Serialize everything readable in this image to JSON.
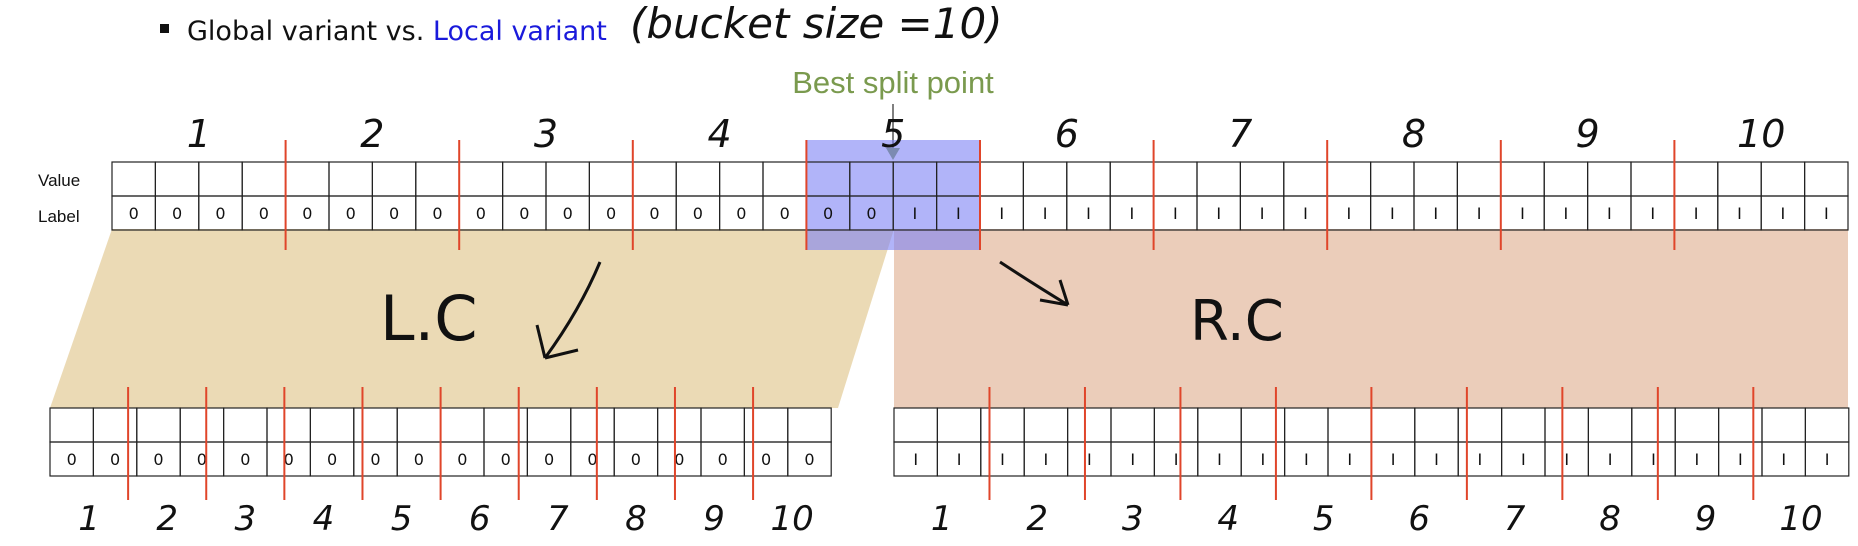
{
  "heading": {
    "bullet_text": "Global variant vs.",
    "highlight_text": "Local variant",
    "annotation": "(bucket size =10)",
    "highlight_color": "#1a1adb"
  },
  "split_label": "Best split point",
  "split_label_color": "#7a9a4e",
  "row_labels": {
    "value": "Value",
    "label": "Label"
  },
  "top_array": {
    "cells": 40,
    "labels": [
      "0",
      "0",
      "0",
      "0",
      "0",
      "0",
      "0",
      "0",
      "0",
      "0",
      "0",
      "0",
      "0",
      "0",
      "0",
      "0",
      "0",
      "0",
      "I",
      "I",
      "I",
      "I",
      "I",
      "I",
      "I",
      "I",
      "I",
      "I",
      "I",
      "I",
      "I",
      "I",
      "I",
      "I",
      "I",
      "I",
      "I",
      "I",
      "I",
      "I"
    ],
    "bucket_numbers": [
      "1",
      "2",
      "3",
      "4",
      "5",
      "6",
      "7",
      "8",
      "9",
      "10"
    ],
    "highlighted_cells": [
      16,
      19
    ]
  },
  "left_child": {
    "name": "L.C",
    "cells": 18,
    "labels": [
      "0",
      "0",
      "0",
      "0",
      "0",
      "0",
      "0",
      "0",
      "0",
      "0",
      "0",
      "0",
      "0",
      "0",
      "0",
      "0",
      "0",
      "0"
    ],
    "bucket_numbers": [
      "1",
      "2",
      "3",
      "4",
      "5",
      "6",
      "7",
      "8",
      "9",
      "10"
    ]
  },
  "right_child": {
    "name": "R.C",
    "cells": 22,
    "labels": [
      "I",
      "I",
      "I",
      "I",
      "I",
      "I",
      "I",
      "I",
      "I",
      "I",
      "I",
      "I",
      "I",
      "I",
      "I",
      "I",
      "I",
      "I",
      "I",
      "I",
      "I",
      "I"
    ],
    "bucket_numbers": [
      "1",
      "2",
      "3",
      "4",
      "5",
      "6",
      "7",
      "8",
      "9",
      "10"
    ]
  },
  "colors": {
    "left_region": "#e8d4a8",
    "right_region": "#e8c4ae",
    "highlight": "#7d82f5",
    "bucket_line": "#e0452a",
    "cell_border": "#222222"
  }
}
